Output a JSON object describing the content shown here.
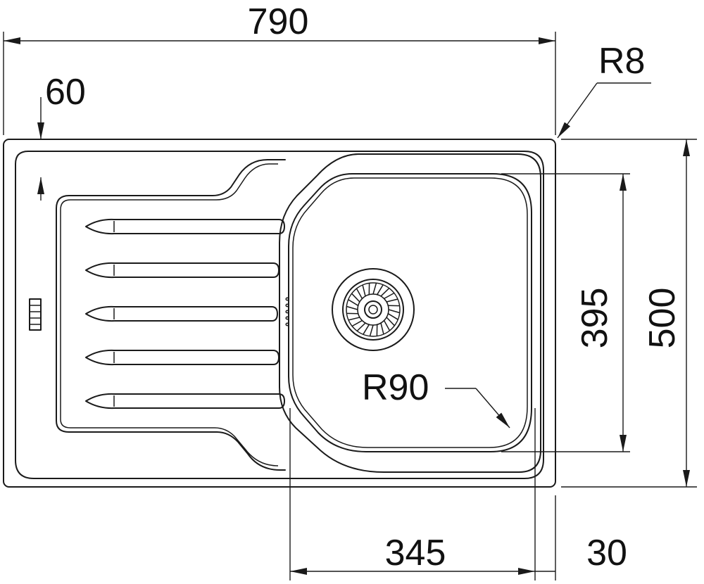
{
  "dimensions": {
    "overall_width": "790",
    "overall_depth": "500",
    "bowl_depth": "395",
    "bowl_width": "345",
    "rim_offset": "30",
    "edge_offset": "60",
    "corner_radius": "R8",
    "bowl_radius": "R90"
  }
}
